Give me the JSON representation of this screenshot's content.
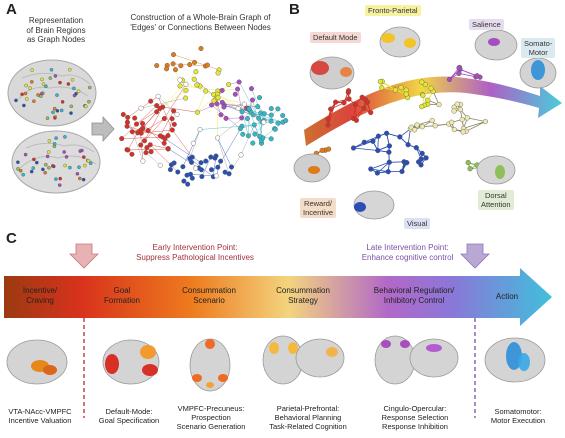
{
  "colors": {
    "default_mode": "#d73027",
    "fronto_parietal": "#e6e633",
    "salience": "#a64dbf",
    "somato_motor": "#33b8c8",
    "reward": "#e07b1a",
    "visual": "#2a4fb4",
    "dorsal_attention": "#8fbf5a",
    "early_intervention": "#a0313a",
    "late_intervention": "#7b4fa8"
  },
  "panel_a": {
    "letter": "A",
    "left_caption": "Representation\nof Brain Regions\nas Graph Nodes",
    "right_caption": "Construction of a Whole-Brain Graph of\n'Edges' or Connections Between Nodes"
  },
  "panel_b": {
    "letter": "B",
    "labels": {
      "fronto_parietal": "Fronto-Parietal",
      "default_mode": "Default Mode",
      "salience": "Salience",
      "somato_motor": "Somato-\nMotor",
      "reward": "Reward/\nIncentive",
      "visual": "Visual",
      "dorsal_attention": "Dorsal\nAttention"
    }
  },
  "panel_c": {
    "letter": "C",
    "early_intervention": "Early Intervention Point:\nSuppress Pathological Incentives",
    "late_intervention": "Late Intervention Point:\nEnhance cognitive control",
    "stages": [
      "Incentive/\nCraving",
      "Goal\nFormation",
      "Consummation\nScenario",
      "Consummation\nStrategy",
      "Behavioral Regulation/\nInhibitory Control",
      "Action"
    ],
    "regions": [
      "VTA-NAcc-VMPFC\nIncentive Valuation",
      "Default-Mode:\nGoal Specification",
      "VMPFC-Precuneus:\nProspection\nScenario Generation",
      "Parietal-Prefrontal:\nBehavioral Planning\nTask-Related Cognition",
      "Cingulo-Opercular:\nResponse Selection\nResponse Inhibition",
      "Somatomotor:\nMotor Execution"
    ]
  }
}
